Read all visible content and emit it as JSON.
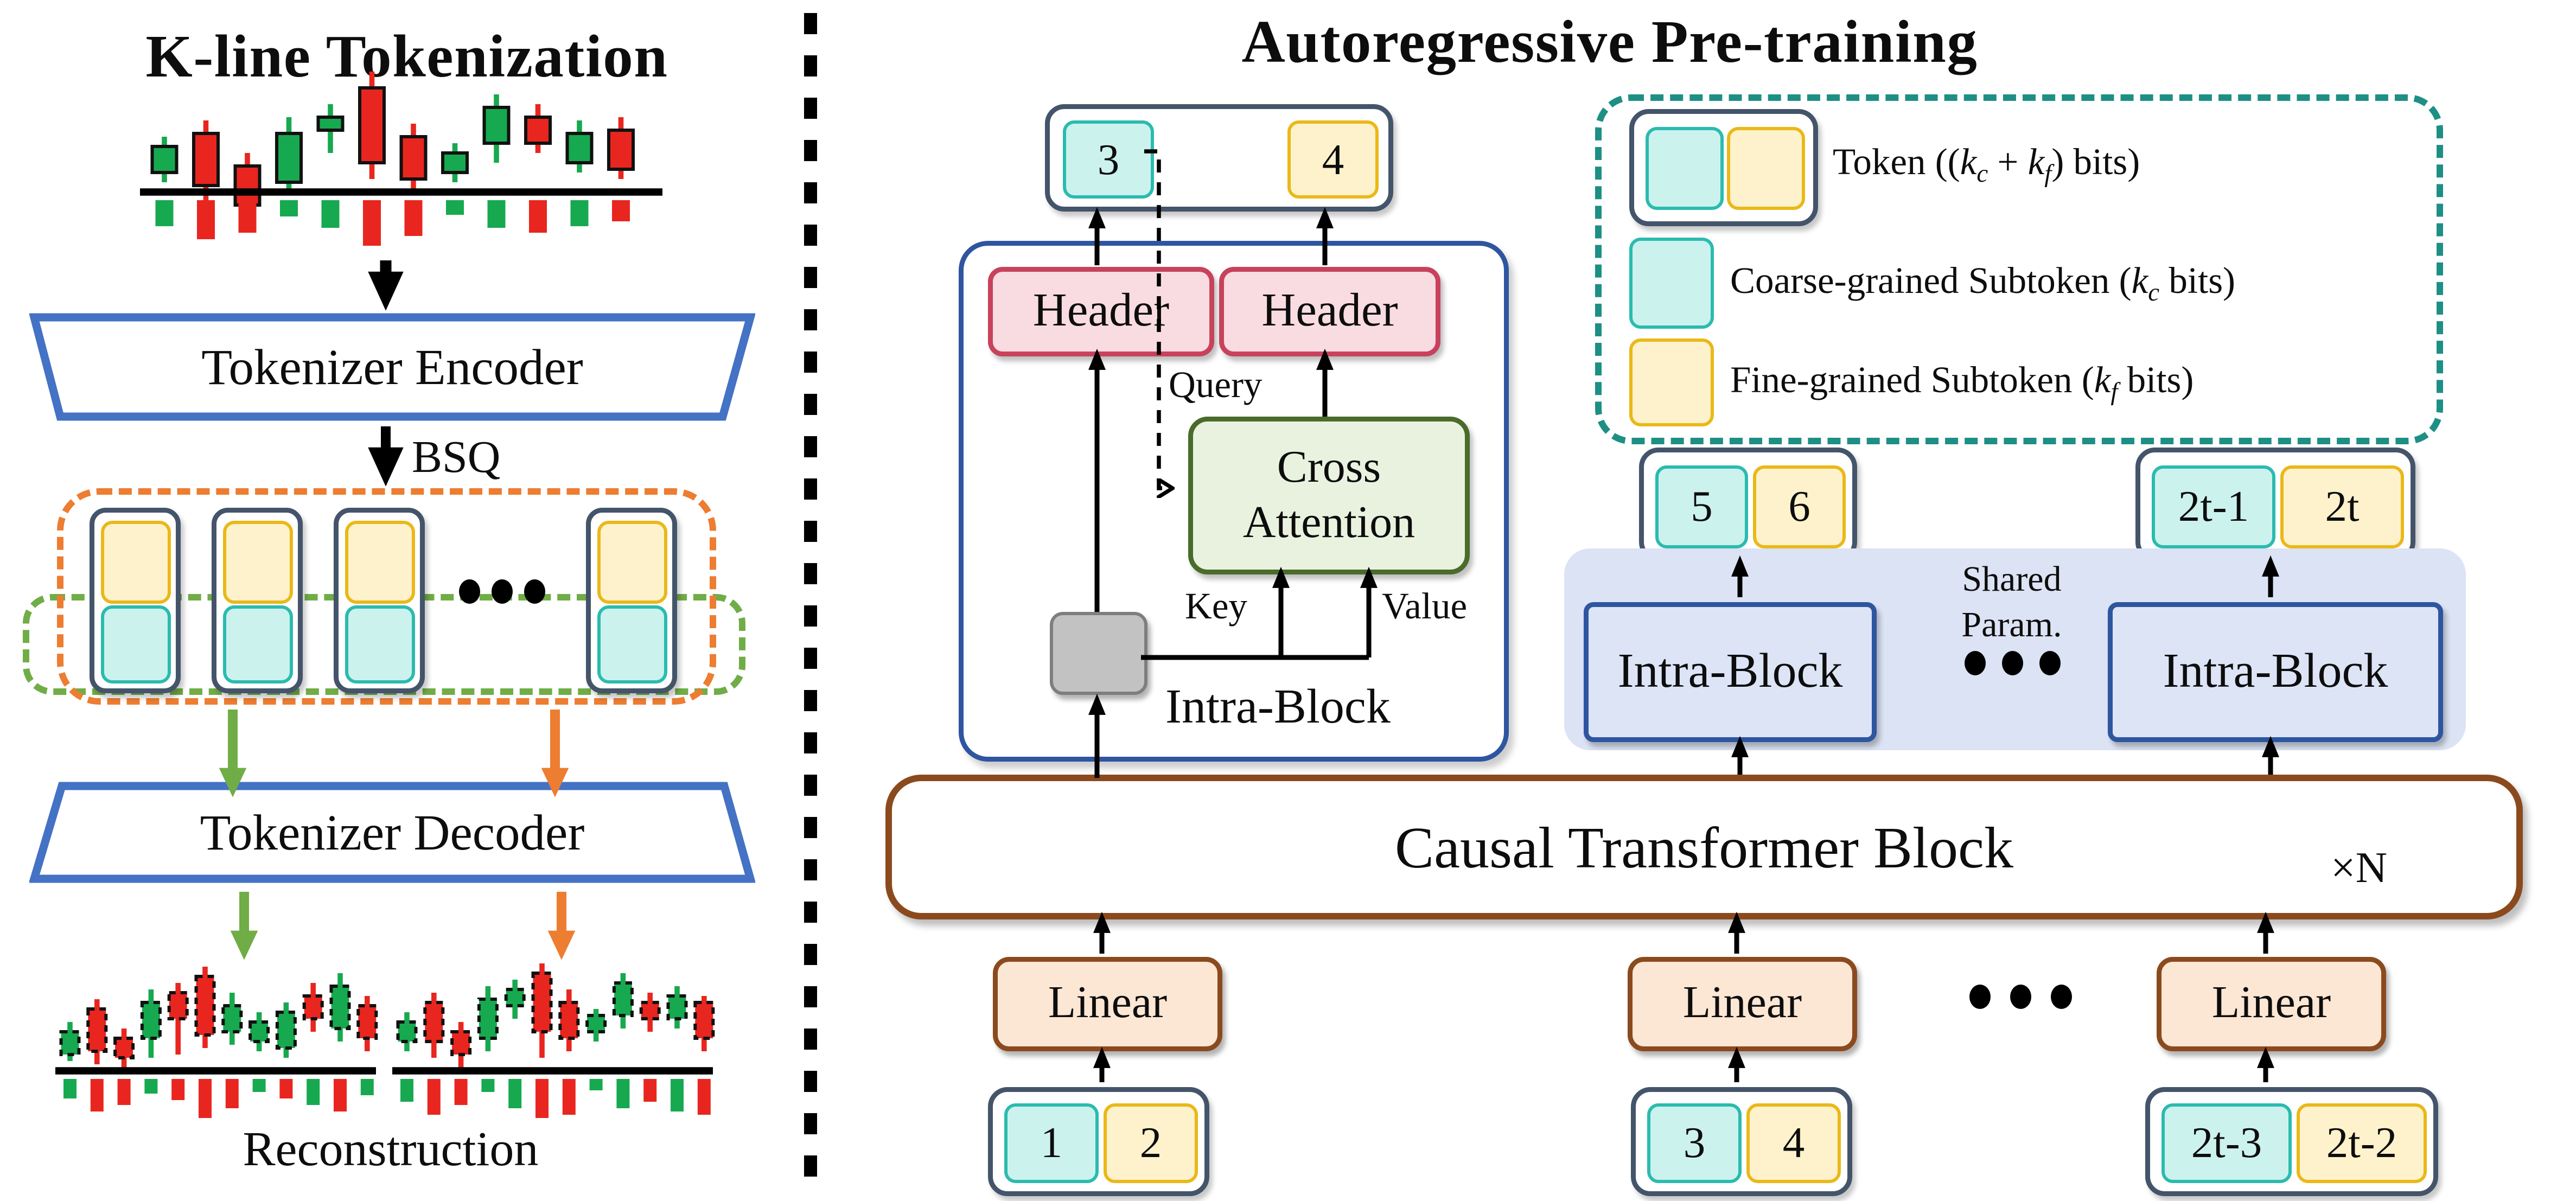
{
  "figure": {
    "left": {
      "title": "K-line Tokenization",
      "encoder": "Tokenizer Encoder",
      "decoder": "Tokenizer Decoder",
      "bsq": "BSQ",
      "reconstruction": "Reconstruction"
    },
    "right": {
      "title": "Autoregressive Pre-training",
      "header": "Header",
      "cross_attention": {
        "line1": "Cross",
        "line2": "Attention"
      },
      "query": "Query",
      "key": "Key",
      "value": "Value",
      "intra_block": "Intra-Block",
      "shared_param": {
        "line1": "Shared",
        "line2": "Param."
      },
      "causal": "Causal Transformer Block",
      "times_n": "×N",
      "linear": "Linear",
      "tokens": {
        "pred_t2": {
          "coarse": "3",
          "fine": "4"
        },
        "pred_t3": {
          "coarse": "5",
          "fine": "6"
        },
        "pred_tT": {
          "coarse": "2t-1",
          "fine": "2t"
        },
        "in_t1": {
          "coarse": "1",
          "fine": "2"
        },
        "in_t2": {
          "coarse": "3",
          "fine": "4"
        },
        "in_tT": {
          "coarse": "2t-3",
          "fine": "2t-2"
        }
      },
      "legend": {
        "token_parts": [
          {
            "t": "Token (("
          },
          {
            "t": "k",
            "style": "i"
          },
          {
            "t": "c",
            "style": "sub"
          },
          {
            "t": " + "
          },
          {
            "t": "k",
            "style": "i"
          },
          {
            "t": "f",
            "style": "sub"
          },
          {
            "t": ") bits)"
          }
        ],
        "coarse_parts": [
          {
            "t": "Coarse-grained Subtoken ("
          },
          {
            "t": "k",
            "style": "i"
          },
          {
            "t": "c",
            "style": "sub"
          },
          {
            "t": " bits)"
          }
        ],
        "fine_parts": [
          {
            "t": "Fine-grained Subtoken ("
          },
          {
            "t": "k",
            "style": "i"
          },
          {
            "t": "f",
            "style": "sub"
          },
          {
            "t": " bits)"
          }
        ]
      }
    },
    "colors": {
      "coarse_fill": "#CCF2EE",
      "coarse_border": "#2BBBAF",
      "fine_fill": "#FDF2CC",
      "fine_border": "#EAB818",
      "token_border": "#44546A",
      "header_fill": "#F9DCE2",
      "header_border": "#C8425C",
      "attention_fill": "#E9F2DF",
      "attention_border": "#4A6B2A",
      "intra_border": "#2E55A0",
      "causal_border": "#8B4A1E",
      "linear_fill": "#FCE6D4",
      "shared_panel_fill": "#DBE3F4",
      "legend_border": "#1E8F85",
      "arrow_orange": "#ED7D31",
      "arrow_green": "#70AD47",
      "trapezoid_border": "#4472C4",
      "candle_up": "#17A94F",
      "candle_down": "#E8261F",
      "hidden_state_fill": "#C2C2C2"
    }
  },
  "chart_data": [
    {
      "type": "candlestick",
      "name": "k-line input chart",
      "stroke": "solid",
      "candles": [
        [
          46,
          52,
          68,
          74,
          1
        ],
        [
          36,
          44,
          76,
          86,
          0
        ],
        [
          56,
          64,
          88,
          96,
          0
        ],
        [
          34,
          44,
          74,
          80,
          1
        ],
        [
          26,
          34,
          42,
          56,
          1
        ],
        [
          6,
          16,
          62,
          72,
          0
        ],
        [
          38,
          46,
          72,
          80,
          0
        ],
        [
          50,
          56,
          68,
          74,
          1
        ],
        [
          20,
          28,
          50,
          62,
          1
        ],
        [
          26,
          34,
          50,
          56,
          0
        ],
        [
          36,
          44,
          62,
          68,
          1
        ],
        [
          34,
          42,
          66,
          72,
          0
        ]
      ],
      "volumes": [
        [
          16,
          1
        ],
        [
          24,
          0
        ],
        [
          20,
          0
        ],
        [
          10,
          1
        ],
        [
          17,
          1
        ],
        [
          28,
          0
        ],
        [
          22,
          0
        ],
        [
          9,
          1
        ],
        [
          17,
          1
        ],
        [
          20,
          0
        ],
        [
          16,
          1
        ],
        [
          13,
          0
        ]
      ]
    },
    {
      "type": "candlestick",
      "name": "reconstruction chart left",
      "stroke": "dashed",
      "candles": [
        [
          36,
          42,
          56,
          60,
          1
        ],
        [
          22,
          28,
          54,
          62,
          0
        ],
        [
          40,
          46,
          58,
          64,
          0
        ],
        [
          16,
          24,
          46,
          58,
          1
        ],
        [
          12,
          18,
          34,
          56,
          0
        ],
        [
          2,
          8,
          44,
          52,
          0
        ],
        [
          18,
          26,
          42,
          50,
          1
        ],
        [
          30,
          36,
          48,
          54,
          1
        ],
        [
          24,
          30,
          52,
          58,
          1
        ],
        [
          12,
          20,
          34,
          42,
          0
        ],
        [
          6,
          14,
          40,
          48,
          1
        ],
        [
          20,
          26,
          46,
          54,
          0
        ]
      ],
      "volumes": [
        [
          12,
          1
        ],
        [
          20,
          0
        ],
        [
          16,
          0
        ],
        [
          9,
          1
        ],
        [
          13,
          0
        ],
        [
          24,
          0
        ],
        [
          18,
          0
        ],
        [
          8,
          1
        ],
        [
          12,
          0
        ],
        [
          16,
          1
        ],
        [
          20,
          0
        ],
        [
          10,
          1
        ]
      ]
    },
    {
      "type": "candlestick",
      "name": "reconstruction chart right",
      "stroke": "dashed",
      "candles": [
        [
          30,
          36,
          48,
          54,
          1
        ],
        [
          18,
          24,
          48,
          58,
          0
        ],
        [
          36,
          42,
          56,
          64,
          0
        ],
        [
          14,
          22,
          46,
          54,
          1
        ],
        [
          10,
          16,
          26,
          34,
          1
        ],
        [
          0,
          6,
          42,
          58,
          0
        ],
        [
          16,
          24,
          46,
          54,
          0
        ],
        [
          28,
          32,
          42,
          48,
          1
        ],
        [
          6,
          12,
          32,
          40,
          1
        ],
        [
          18,
          24,
          34,
          42,
          0
        ],
        [
          14,
          20,
          34,
          40,
          1
        ],
        [
          20,
          24,
          46,
          54,
          0
        ]
      ],
      "volumes": [
        [
          14,
          1
        ],
        [
          22,
          0
        ],
        [
          16,
          0
        ],
        [
          8,
          1
        ],
        [
          18,
          1
        ],
        [
          24,
          0
        ],
        [
          22,
          0
        ],
        [
          7,
          1
        ],
        [
          18,
          1
        ],
        [
          14,
          0
        ],
        [
          20,
          1
        ],
        [
          22,
          0
        ]
      ]
    }
  ]
}
